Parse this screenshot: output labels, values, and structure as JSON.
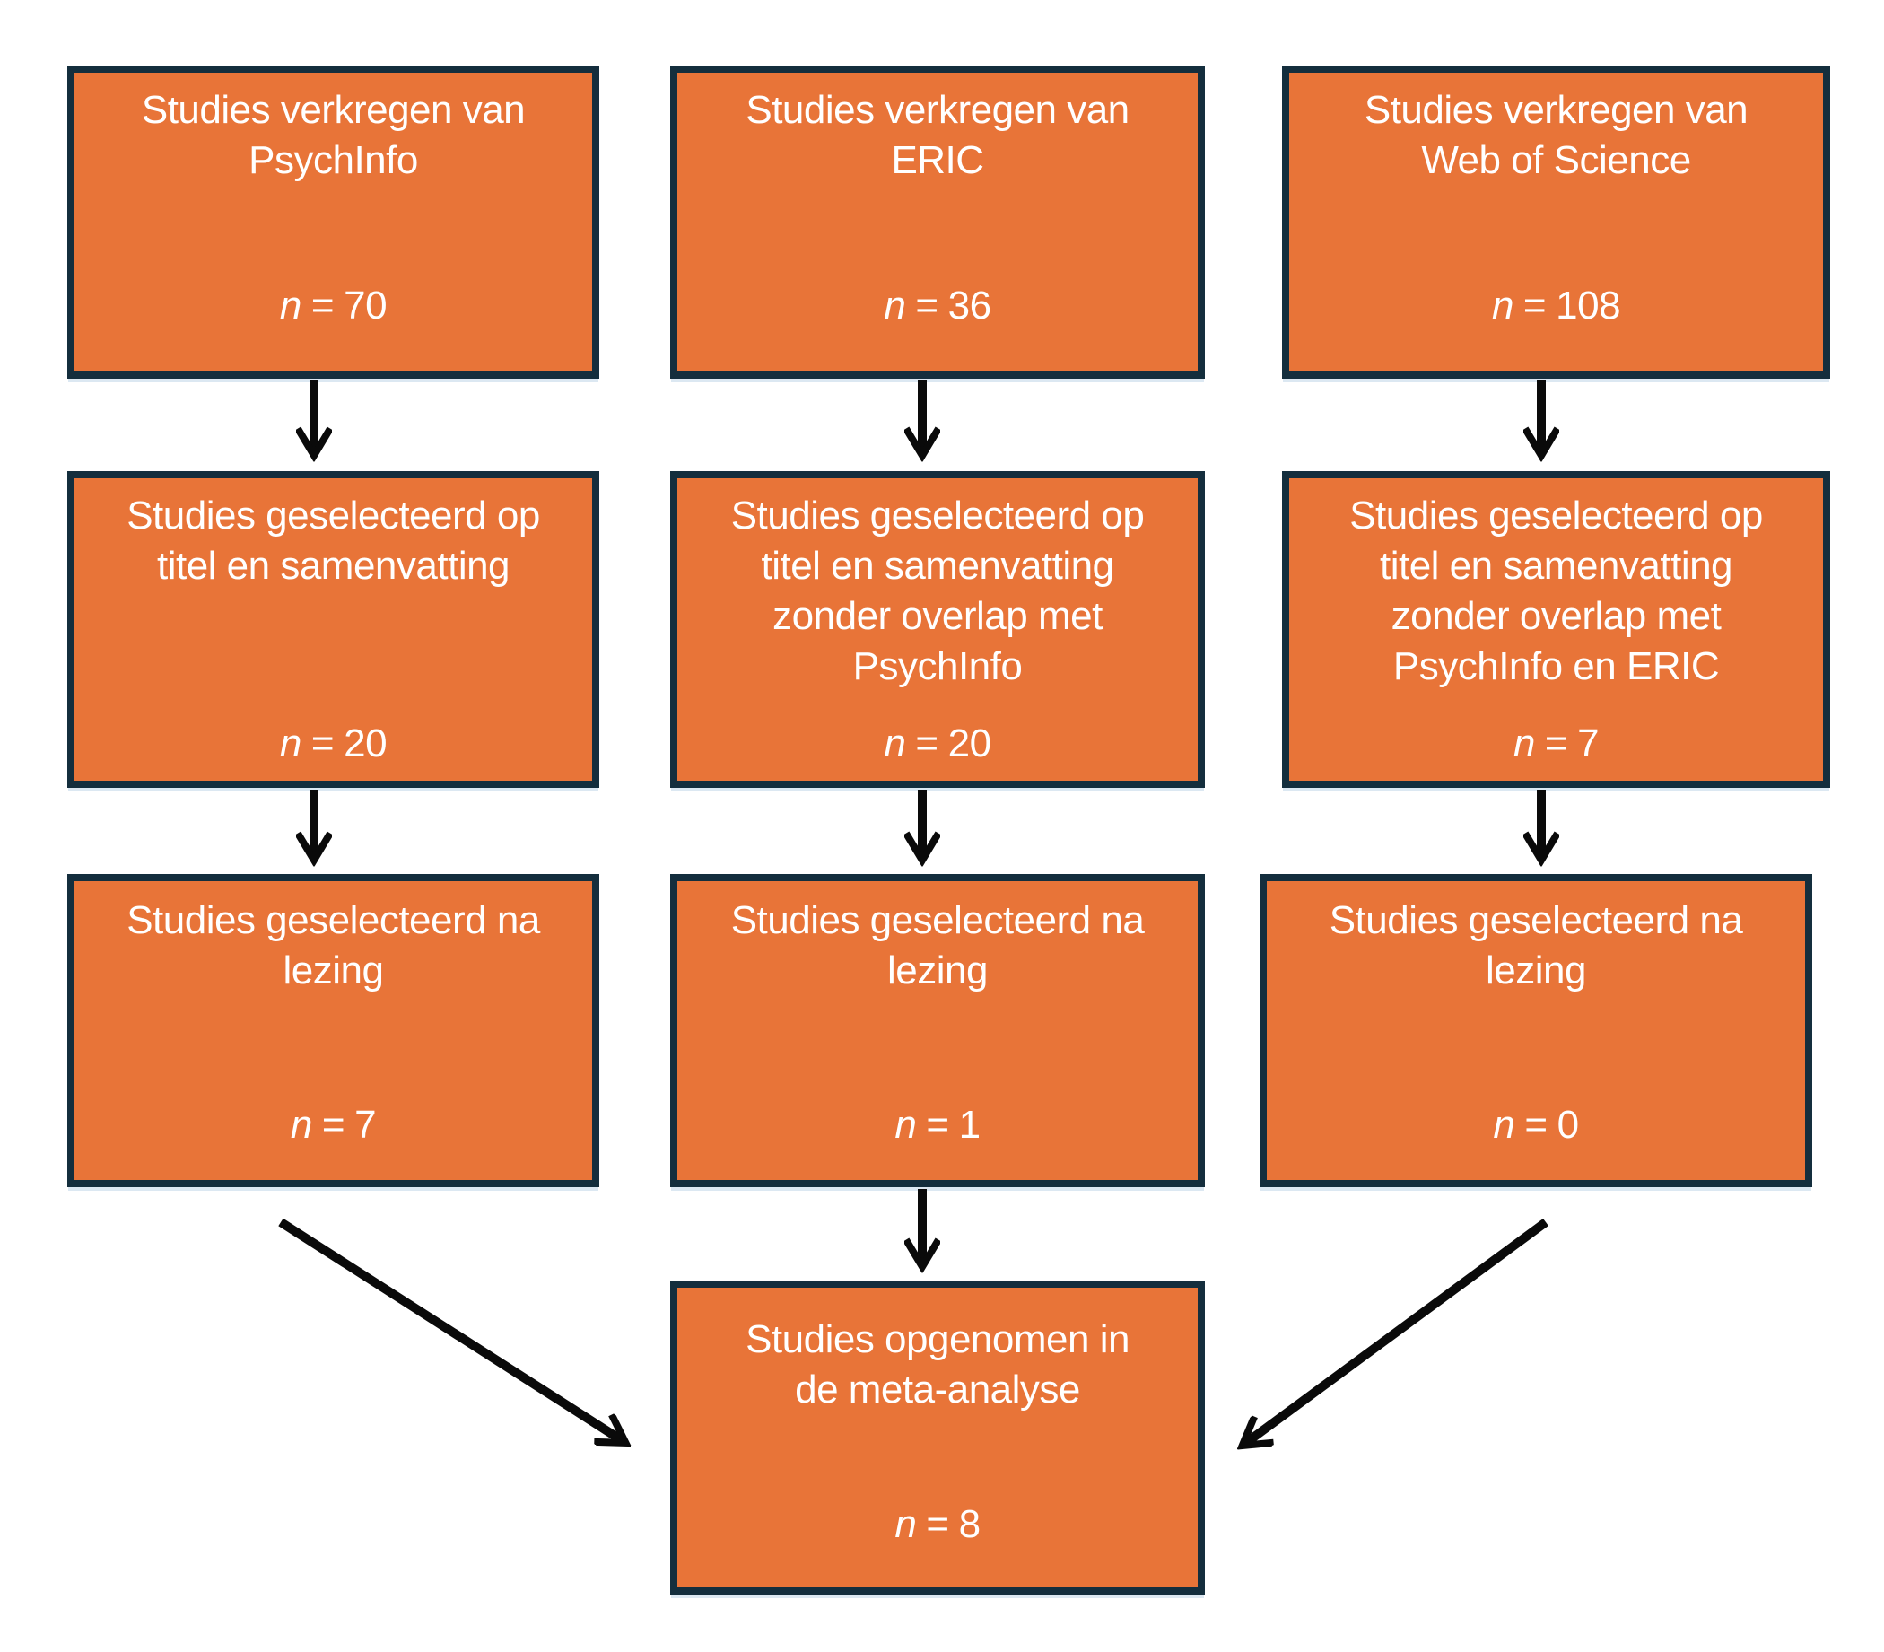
{
  "palette": {
    "canvas-bg": "#FFFFFF",
    "box-fill": "#E87438",
    "box-border": "#142E3D",
    "text-color": "#FFFFFF",
    "arrow-color": "#0A0A0A",
    "shadow-color": "#DCE8F2"
  },
  "boxes": {
    "obtained_psychinfo": {
      "title_lines": [
        "Studies verkregen van",
        "PsychInfo"
      ],
      "n_var": "n",
      "n_eq": "=",
      "n_value": "70"
    },
    "obtained_eric": {
      "title_lines": [
        "Studies verkregen van",
        "ERIC"
      ],
      "n_var": "n",
      "n_eq": "=",
      "n_value": "36"
    },
    "obtained_wos": {
      "title_lines": [
        "Studies verkregen van",
        "Web of Science"
      ],
      "n_var": "n",
      "n_eq": "=",
      "n_value": "108"
    },
    "screened_psychinfo": {
      "title_lines": [
        "Studies geselecteerd op",
        "titel en samenvatting"
      ],
      "n_var": "n",
      "n_eq": "=",
      "n_value": "20"
    },
    "screened_eric": {
      "title_lines": [
        "Studies geselecteerd op",
        "titel en samenvatting",
        "zonder overlap met",
        "PsychInfo"
      ],
      "n_var": "n",
      "n_eq": "=",
      "n_value": "20"
    },
    "screened_wos": {
      "title_lines": [
        "Studies geselecteerd op",
        "titel en samenvatting",
        "zonder overlap met",
        "PsychInfo en ERIC"
      ],
      "n_var": "n",
      "n_eq": "=",
      "n_value": "7"
    },
    "read_psychinfo": {
      "title_lines": [
        "Studies geselecteerd na",
        "lezing"
      ],
      "n_var": "n",
      "n_eq": "=",
      "n_value": "7"
    },
    "read_eric": {
      "title_lines": [
        "Studies geselecteerd na",
        "lezing"
      ],
      "n_var": "n",
      "n_eq": "=",
      "n_value": "1"
    },
    "read_wos": {
      "title_lines": [
        "Studies geselecteerd na",
        "lezing"
      ],
      "n_var": "n",
      "n_eq": "=",
      "n_value": "0"
    },
    "included": {
      "title_lines": [
        "Studies opgenomen in",
        "de meta-analyse"
      ],
      "n_var": "n",
      "n_eq": "=",
      "n_value": "8"
    }
  },
  "edges": [
    {
      "from": "obtained_psychinfo",
      "to": "screened_psychinfo"
    },
    {
      "from": "obtained_eric",
      "to": "screened_eric"
    },
    {
      "from": "obtained_wos",
      "to": "screened_wos"
    },
    {
      "from": "screened_psychinfo",
      "to": "read_psychinfo"
    },
    {
      "from": "screened_eric",
      "to": "read_eric"
    },
    {
      "from": "screened_wos",
      "to": "read_wos"
    },
    {
      "from": "read_psychinfo",
      "to": "included"
    },
    {
      "from": "read_eric",
      "to": "included"
    },
    {
      "from": "read_wos",
      "to": "included"
    }
  ]
}
